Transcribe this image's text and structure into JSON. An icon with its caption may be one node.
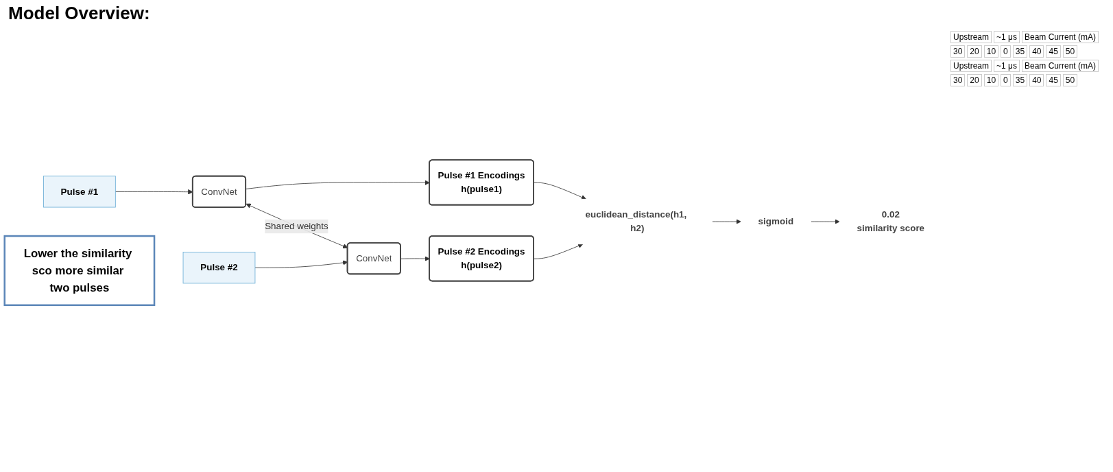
{
  "diagram": {
    "title": "Model Overview:",
    "nodes": [
      {
        "text": [
          "Pulse #1"
        ]
      },
      {
        "text": [
          "ConvNet"
        ]
      },
      {
        "text": [
          "Pulse #1 Encodings",
          "h(pulse1)"
        ]
      },
      {
        "text": [
          "Pulse #2"
        ]
      },
      {
        "text": [
          "ConvNet"
        ]
      },
      {
        "text": [
          "Pulse #2 Encodings",
          "h(pulse2)"
        ]
      },
      {
        "text": [
          "euclidean_distance(h1, h2)"
        ]
      },
      {
        "text": [
          "sigmoid"
        ]
      },
      {
        "text": [
          "0.02",
          "similarity score"
        ]
      },
      {
        "text": [
          "Lower the similarity sco more similar two pulses"
        ]
      }
    ],
    "edges": [
      {
        "from": 0,
        "to": 1,
        "arrow": "to"
      },
      {
        "from": 1,
        "to": 2,
        "arrow": "to"
      },
      {
        "from": 1,
        "to": 4,
        "label": "Shared weights",
        "arrow": "both"
      },
      {
        "from": 3,
        "to": 4,
        "arrow": "to"
      },
      {
        "from": 4,
        "to": 5,
        "arrow": "to"
      },
      {
        "from": 2,
        "to": 6,
        "arrow": "to"
      },
      {
        "from": 5,
        "to": 6,
        "arrow": "to"
      },
      {
        "from": 6,
        "to": 7,
        "arrow": "to"
      },
      {
        "from": 7,
        "to": 8,
        "arrow": "to"
      }
    ],
    "labels": [
      "Upstream",
      "~1 μs",
      "Beam Current (mA)",
      "30",
      "20",
      "10",
      "0",
      "35",
      "40",
      "45",
      "50",
      "Upstream",
      "~1 μs",
      "Beam Current (mA)",
      "30",
      "20",
      "10",
      "0",
      "35",
      "40",
      "45",
      "50"
    ]
  }
}
